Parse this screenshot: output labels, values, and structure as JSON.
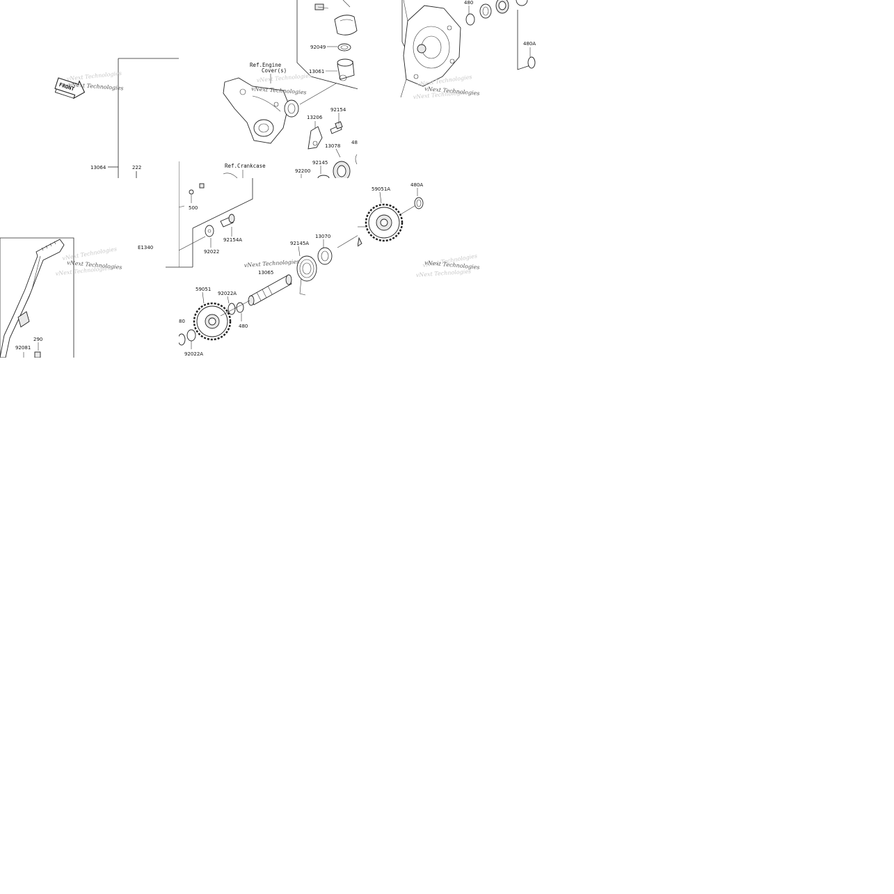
{
  "diagram": {
    "references": {
      "engine_cover": "Ref.Engine\nCover(s)",
      "engine_cover_line1": "Ref.Engine",
      "engine_cover_line2": "Cover(s)",
      "crankcase": "Ref.Crankcase"
    },
    "front_marker": "FRONT",
    "watermark": "vNext Technologies",
    "diagram_code": "E1340",
    "part_labels": {
      "p480_top": "480",
      "p480a_top": "480A",
      "p92049": "92049",
      "p13061": "13061",
      "p92154": "92154",
      "p13206": "13206",
      "p13078": "13078",
      "p48": "48",
      "p92145": "92145",
      "p92200": "92200",
      "p13064": "13064",
      "p222": "222",
      "p500": "500",
      "p92154a": "92154A",
      "p92022": "92022",
      "p59051a": "59051A",
      "p480a_mid": "480A",
      "p13070": "13070",
      "p92145a": "92145A",
      "p13065": "13065",
      "p59051": "59051",
      "p92022a_upper": "92022A",
      "p480_mid": "480",
      "p92022a_lower": "92022A",
      "p80": "80",
      "p290": "290",
      "p92081": "92081"
    }
  }
}
